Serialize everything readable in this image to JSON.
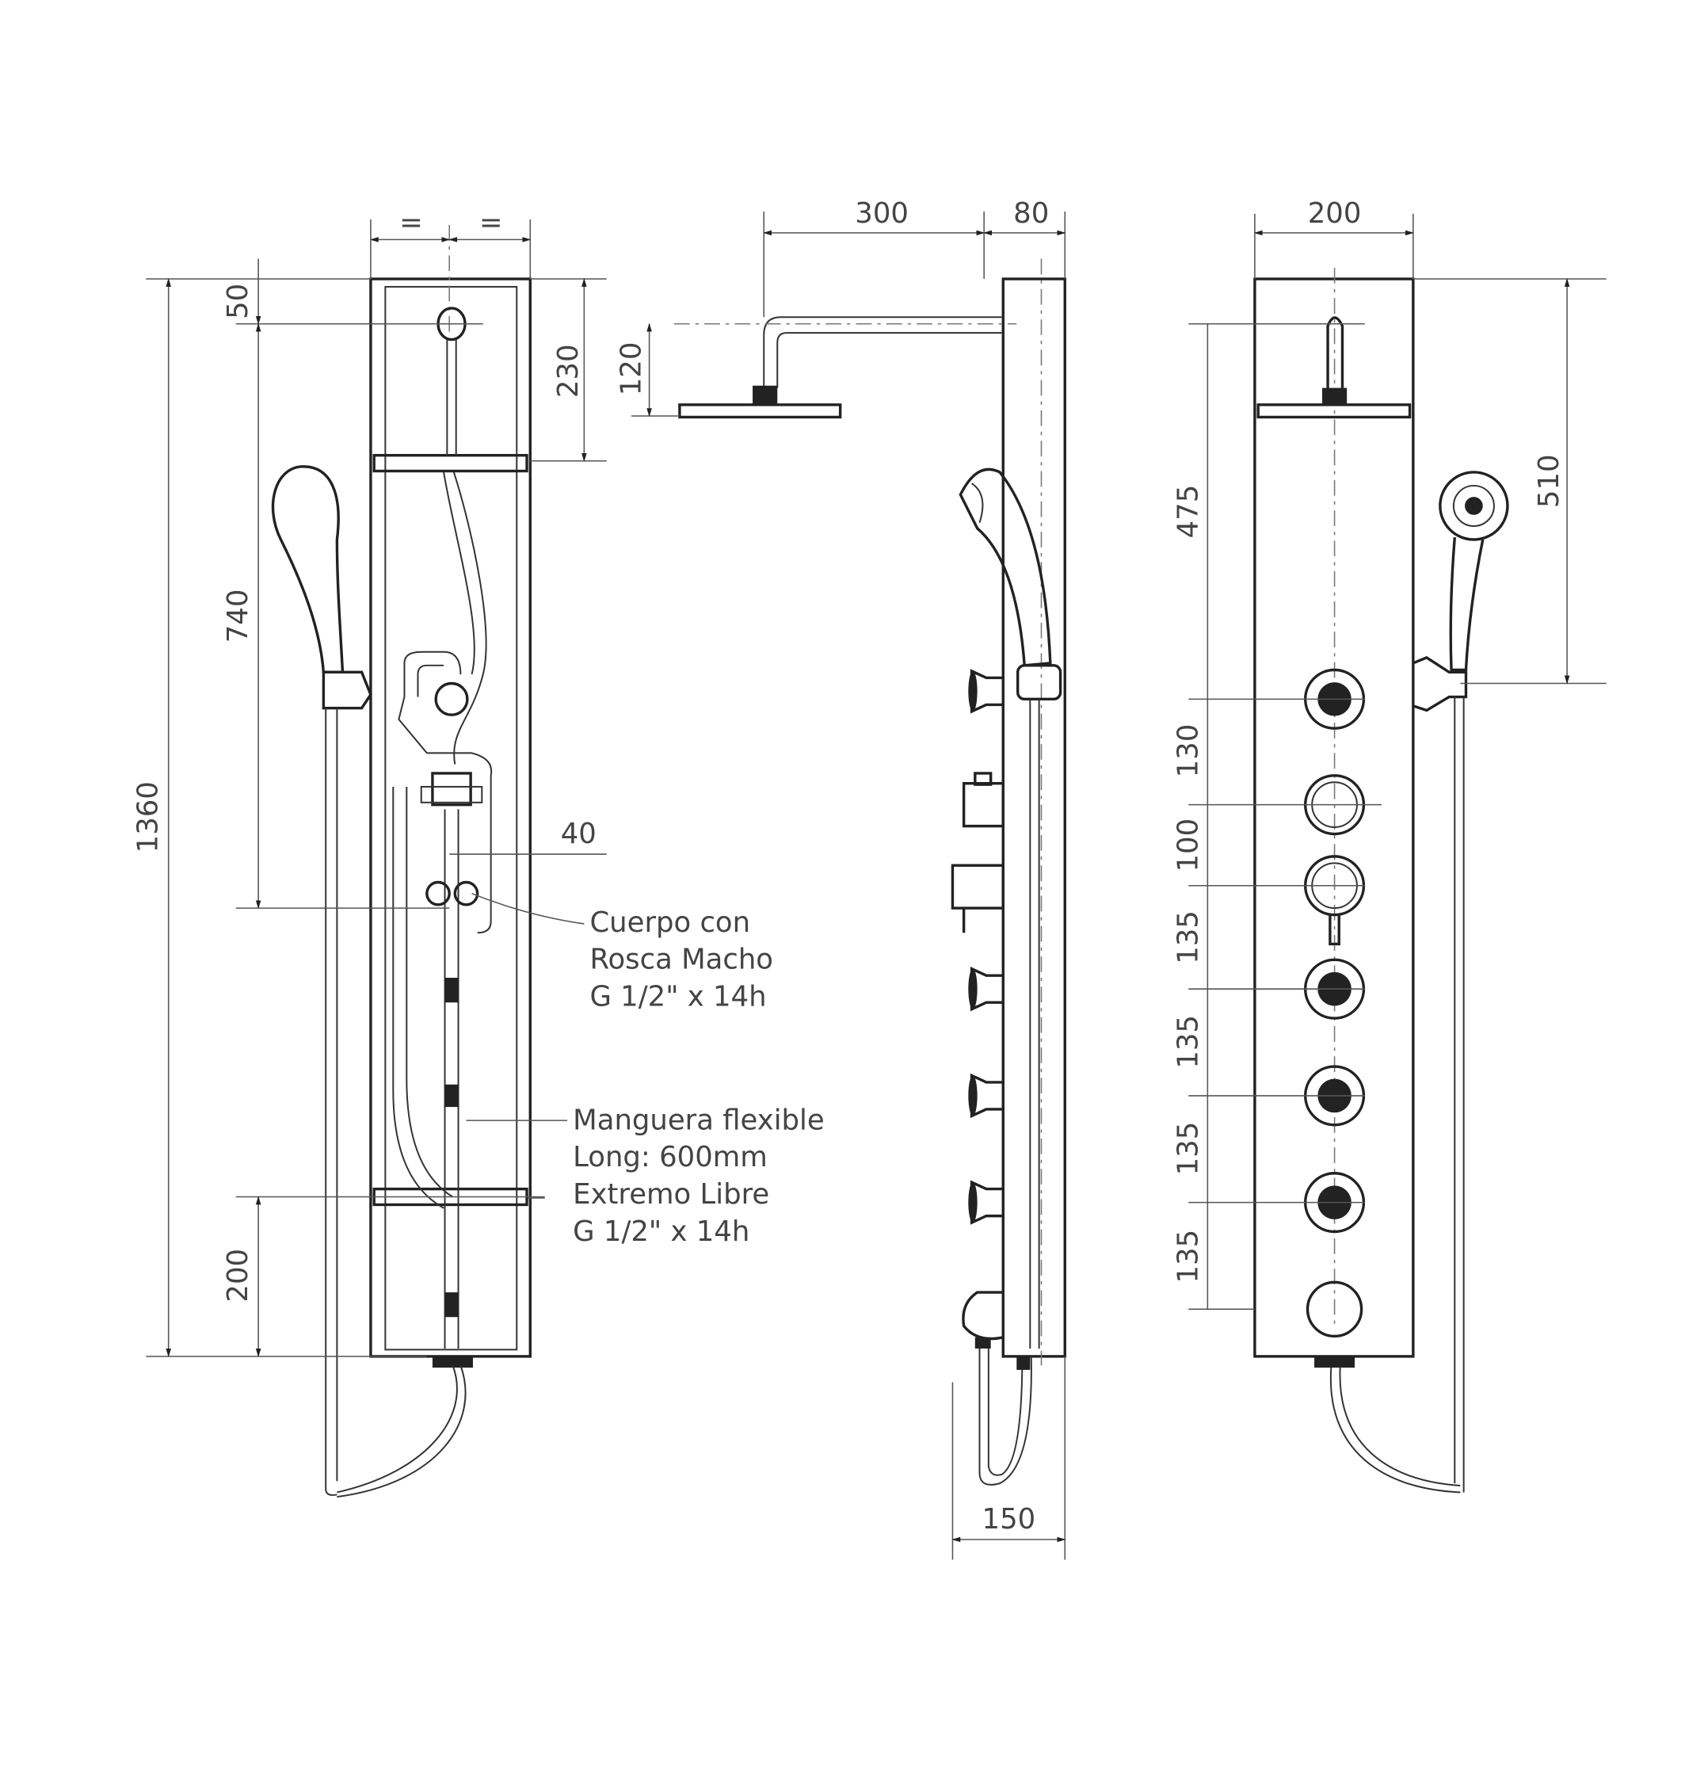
{
  "front_view": {
    "dims": {
      "equal_left": "=",
      "equal_right": "=",
      "total_height": "1360",
      "top_offset": "50",
      "outlet_to_body": "740",
      "bottom": "200",
      "top_section": "230",
      "body_offset": "40"
    },
    "notes": {
      "body": [
        "Cuerpo con",
        "Rosca Macho",
        "G 1/2\" x 14h"
      ],
      "hose": [
        "Manguera flexible",
        "Long: 600mm",
        "Extremo Libre",
        "G 1/2\" x 14h"
      ]
    }
  },
  "side_view": {
    "dims": {
      "arm_length": "300",
      "depth": "80",
      "head_drop": "120",
      "base_depth": "150"
    }
  },
  "back_view": {
    "dims": {
      "width": "200",
      "hand_shower": "510",
      "first_jet": "475",
      "gap1": "130",
      "gap2": "100",
      "gap3": "135",
      "gap4": "135",
      "gap5": "135",
      "gap6": "135"
    }
  }
}
